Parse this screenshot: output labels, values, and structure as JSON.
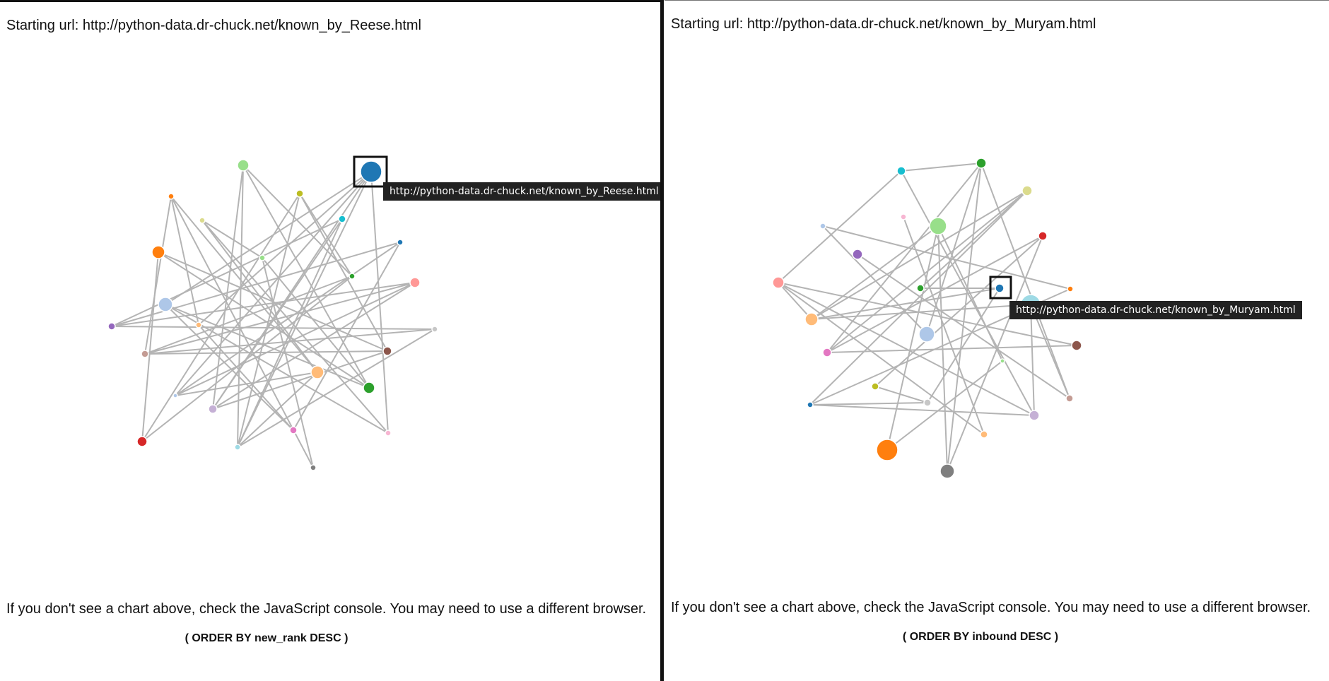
{
  "left": {
    "starting_url_prefix": "Starting url: ",
    "starting_url": "http://python-data.dr-chuck.net/known_by_Reese.html",
    "tooltip": "http://python-data.dr-chuck.net/known_by_Reese.html",
    "note": "If you don't see a chart above, check the JavaScript console. You may need to use a different browser.",
    "caption": "( ORDER BY new_rank DESC )"
  },
  "right": {
    "starting_url_prefix": "Starting url: ",
    "starting_url": "http://python-data.dr-chuck.net/known_by_Muryam.html",
    "tooltip": "http://python-data.dr-chuck.net/known_by_Muryam.html",
    "note": "If you don't see a chart above, check the JavaScript console. You may need to use a different browser.",
    "caption": "( ORDER BY inbound DESC )"
  },
  "colors": {
    "edge": "#b4b4b4",
    "tooltip_bg": "#222222",
    "highlight_box": "#111111"
  }
}
